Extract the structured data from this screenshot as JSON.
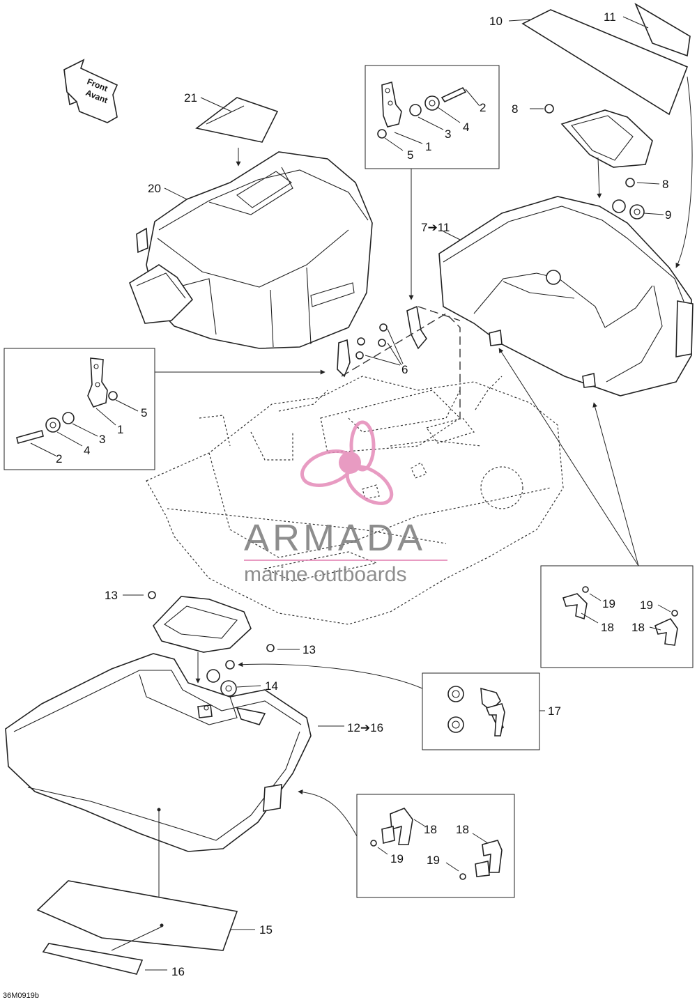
{
  "diagram_code": "36M0919b",
  "direction": {
    "line1": "Front",
    "line2": "Avant"
  },
  "watermark": {
    "brand": "ARMADA",
    "tagline": "marine outboards"
  },
  "callouts": {
    "c1": "1",
    "c2": "2",
    "c3": "3",
    "c4": "4",
    "c5": "5",
    "c6": "6",
    "c7_11": "7➔11",
    "c8": "8",
    "c9": "9",
    "c10": "10",
    "c11": "11",
    "c12_16": "12➔16",
    "c13": "13",
    "c14": "14",
    "c15": "15",
    "c16": "16",
    "c17": "17",
    "c18": "18",
    "c19": "19",
    "c20": "20",
    "c21": "21"
  },
  "colors": {
    "line": "#222222",
    "watermark_pink": "#e48ab8",
    "watermark_gray": "#7a7a7a"
  }
}
